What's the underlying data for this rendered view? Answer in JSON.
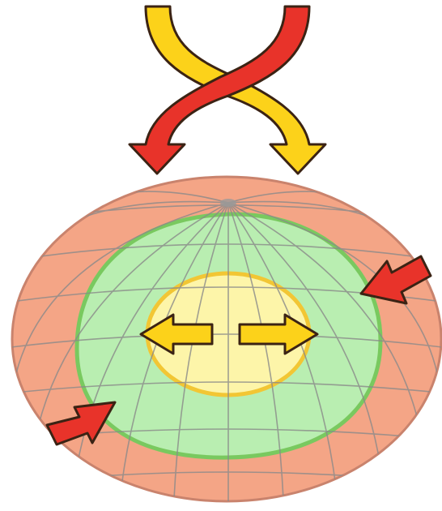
{
  "diagram": {
    "kind": "globe-with-flow-arrows",
    "colors": {
      "outer_zone": "#f4a586",
      "outer_zone_edge": "#c9836d",
      "middle_zone": "#b9eeb1",
      "middle_zone_edge": "#79c95f",
      "inner_zone": "#fdf5a9",
      "inner_zone_edge": "#f2c634",
      "grid_lines": "#8a8a8a",
      "red_arrow": "#e8332a",
      "yellow_arrow": "#fcd21a",
      "arrow_outline": "#3b2314"
    },
    "arrows": [
      {
        "id": "top-red-crossing",
        "color": "red",
        "direction": "down-left"
      },
      {
        "id": "top-yellow-crossing",
        "color": "yellow",
        "direction": "down-right"
      },
      {
        "id": "right-inward",
        "color": "red",
        "direction": "inward"
      },
      {
        "id": "left-inward",
        "color": "red",
        "direction": "inward"
      },
      {
        "id": "center-left-outward",
        "color": "yellow",
        "direction": "left"
      },
      {
        "id": "center-right-outward",
        "color": "yellow",
        "direction": "right"
      }
    ]
  }
}
